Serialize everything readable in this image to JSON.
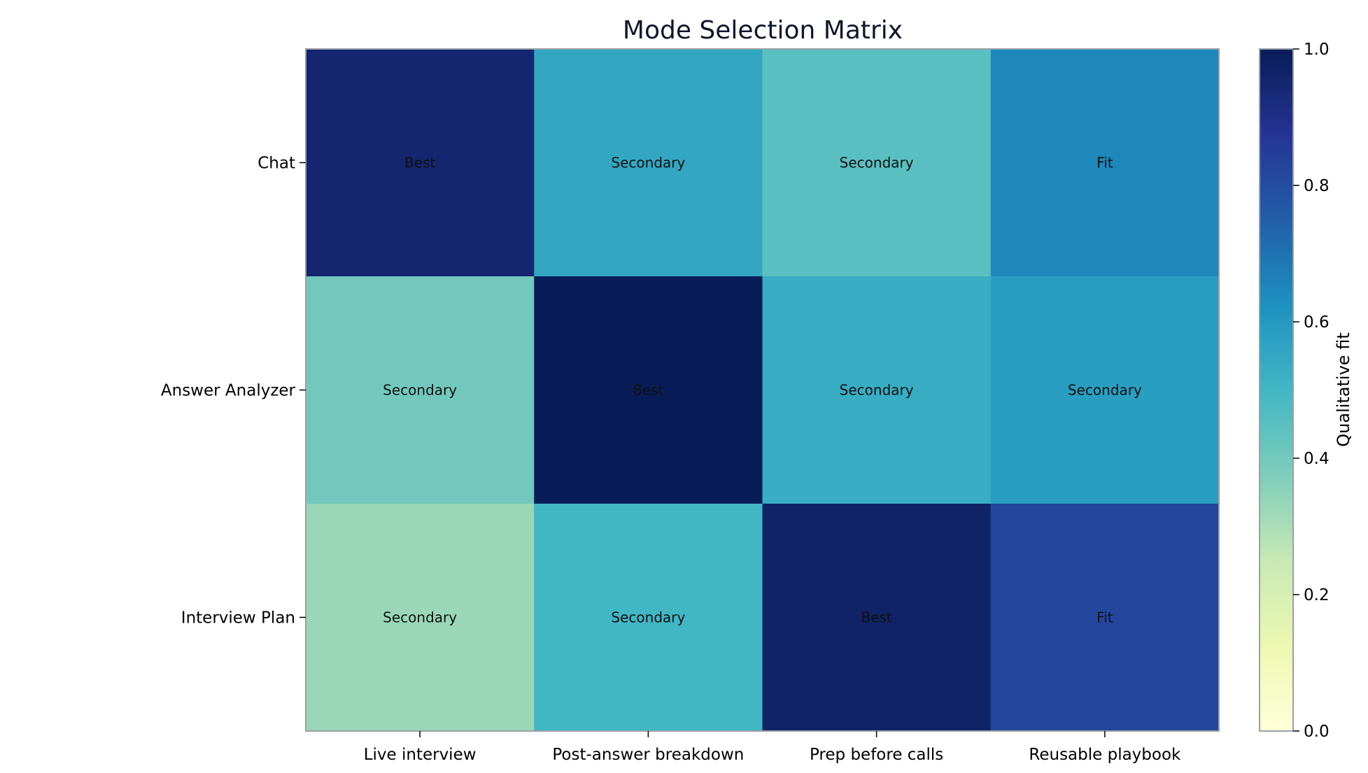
{
  "chart_data": {
    "type": "heatmap",
    "title": "Mode Selection Matrix",
    "x_categories": [
      "Live interview",
      "Post-answer breakdown",
      "Prep before calls",
      "Reusable playbook"
    ],
    "y_categories": [
      "Chat",
      "Answer Analyzer",
      "Interview Plan"
    ],
    "values": [
      [
        0.95,
        0.55,
        0.45,
        0.65
      ],
      [
        0.4,
        1.0,
        0.53,
        0.58
      ],
      [
        0.33,
        0.5,
        0.97,
        0.82
      ]
    ],
    "cell_labels": [
      [
        "Best",
        "Secondary",
        "Secondary",
        "Fit"
      ],
      [
        "Secondary",
        "Best",
        "Secondary",
        "Secondary"
      ],
      [
        "Secondary",
        "Secondary",
        "Best",
        "Fit"
      ]
    ],
    "colorbar": {
      "label": "Qualitative fit",
      "range": [
        0,
        1
      ],
      "ticks": [
        "0.0",
        "0.2",
        "0.4",
        "0.6",
        "0.8",
        "1.0"
      ],
      "tick_values": [
        0,
        0.2,
        0.4,
        0.6,
        0.8,
        1.0
      ],
      "colormap": "YlGnBu",
      "placement": "right"
    },
    "grid": false
  }
}
